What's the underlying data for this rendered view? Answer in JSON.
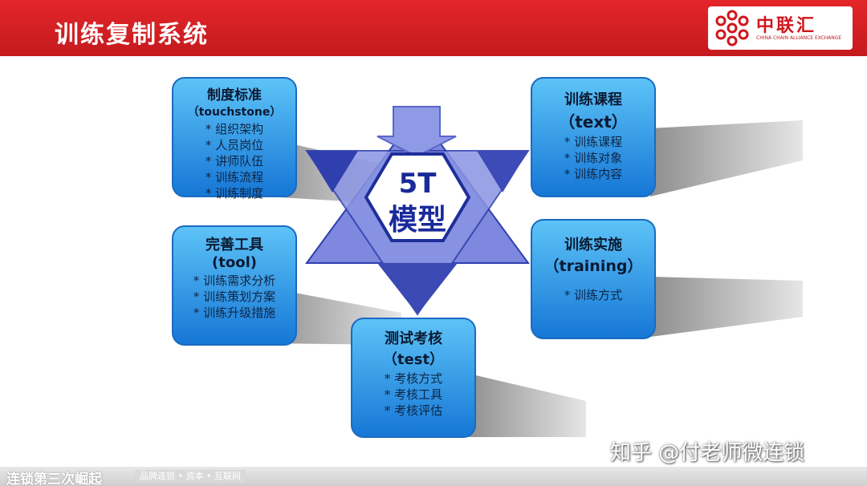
{
  "header": {
    "title": "训练复制系统"
  },
  "logo": {
    "brand": "中联汇",
    "brand_en": "CHINA CHAIN ALLIANCE EXCHANGE"
  },
  "center": {
    "line1": "5T",
    "line2": "模型"
  },
  "cards": {
    "standard": {
      "title": "制度标准",
      "subtitle": "（touchstone）",
      "items": [
        "* 组织架构",
        "* 人员岗位",
        "* 讲师队伍",
        "* 训练流程",
        "* 训练制度"
      ]
    },
    "tool": {
      "title": "完善工具",
      "subtitle": "(tool)",
      "items": [
        "* 训练需求分析",
        "* 训练策划方案",
        "* 训练升级措施"
      ]
    },
    "test": {
      "title": "测试考核",
      "subtitle": "（test）",
      "items": [
        "* 考核方式",
        "* 考核工具",
        "* 考核评估"
      ]
    },
    "course": {
      "title": "训练课程",
      "subtitle": "（text）",
      "items": [
        "* 训练课程",
        "* 训练对象",
        "* 训练内容"
      ]
    },
    "training": {
      "title": "训练实施",
      "subtitle": "（training）",
      "items": [
        "* 训练方式"
      ]
    }
  },
  "watermark": "知乎 @付老师微连锁",
  "footer": {
    "title": "连锁第三次崛起",
    "subtitle": "品牌连锁 • 资本 • 互联网"
  },
  "colors": {
    "header_red": "#d42024",
    "card_blue": "#2f9be8",
    "star_dark": "#2f3fae",
    "star_light": "#7d88de",
    "shadow": "#999999"
  }
}
